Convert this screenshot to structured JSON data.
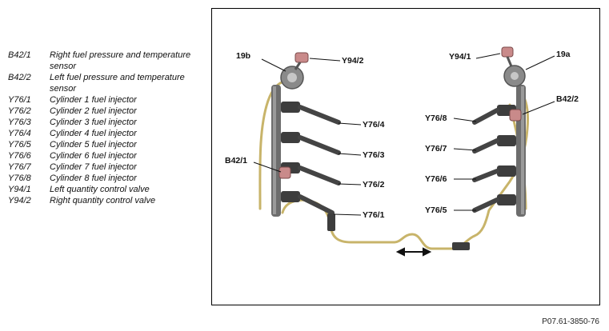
{
  "legend": [
    {
      "code": "B42/1",
      "desc": "Right fuel pressure and temperature sensor"
    },
    {
      "code": "B42/2",
      "desc": "Left fuel pressure and temperature sensor"
    },
    {
      "code": "Y76/1",
      "desc": "Cylinder 1 fuel injector"
    },
    {
      "code": "Y76/2",
      "desc": "Cylinder 2 fuel injector"
    },
    {
      "code": "Y76/3",
      "desc": "Cylinder 3 fuel injector"
    },
    {
      "code": "Y76/4",
      "desc": "Cylinder 4 fuel injector"
    },
    {
      "code": "Y76/5",
      "desc": "Cylinder 5 fuel injector"
    },
    {
      "code": "Y76/6",
      "desc": "Cylinder 6 fuel injector"
    },
    {
      "code": "Y76/7",
      "desc": "Cylinder 7 fuel injector"
    },
    {
      "code": "Y76/8",
      "desc": "Cylinder 8 fuel injector"
    },
    {
      "code": "Y94/1",
      "desc": "Left quantity control valve"
    },
    {
      "code": "Y94/2",
      "desc": "Right quantity control valve"
    }
  ],
  "figure": {
    "labels": {
      "l19b": "19b",
      "y94_2": "Y94/2",
      "y94_1": "Y94/1",
      "l19a": "19a",
      "b42_2": "B42/2",
      "b42_1": "B42/1",
      "y76_1": "Y76/1",
      "y76_2": "Y76/2",
      "y76_3": "Y76/3",
      "y76_4": "Y76/4",
      "y76_5": "Y76/5",
      "y76_6": "Y76/6",
      "y76_7": "Y76/7",
      "y76_8": "Y76/8"
    },
    "colors": {
      "pipe": "#c8b46a",
      "rail": "#6d6d6d",
      "injector": "#3d3d3d",
      "sensor": "#c98a8a"
    }
  },
  "reference": "P07.61-3850-76"
}
